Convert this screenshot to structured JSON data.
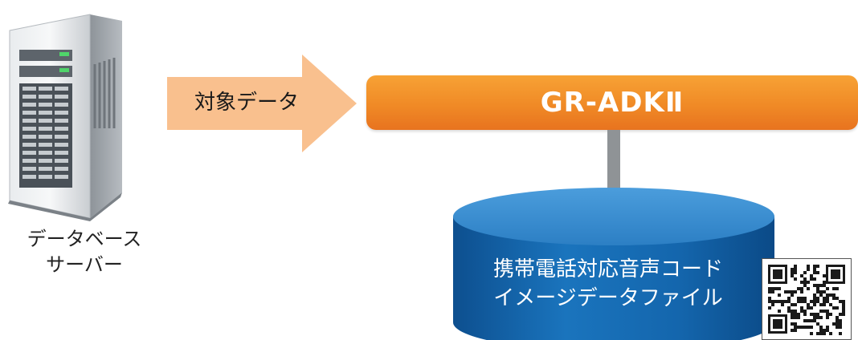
{
  "arrow_label": "対象データ",
  "system_name": "GR-ADKⅡ",
  "server": {
    "label_line1": "データベース",
    "label_line2": "サーバー"
  },
  "database": {
    "label_line1": "携帯電話対応音声コード",
    "label_line2": "イメージデータファイル"
  },
  "colors": {
    "arrow": "#f9c08e",
    "bar": "#f08a26",
    "connector": "#8f9396",
    "database": "#1366ad",
    "database_top": "#3a8fd1"
  },
  "icons": {
    "server": "server-tower-icon",
    "qr": "qr-code-icon"
  }
}
